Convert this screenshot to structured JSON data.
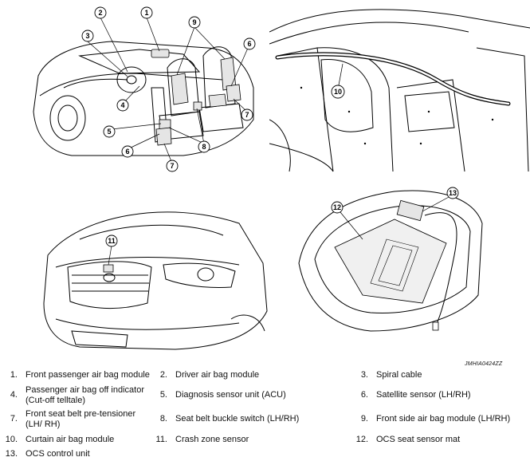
{
  "callouts": [
    "1",
    "2",
    "3",
    "4",
    "5",
    "6",
    "7",
    "8",
    "9",
    "10",
    "11",
    "12",
    "13"
  ],
  "image_code": "JMHIA0424ZZ",
  "legend": [
    {
      "num": "1.",
      "text": "Front passenger air bag module"
    },
    {
      "num": "2.",
      "text": "Driver air bag module"
    },
    {
      "num": "3.",
      "text": "Spiral cable"
    },
    {
      "num": "4.",
      "text": "Passenger air bag off indicator (Cut-off telltale)"
    },
    {
      "num": "5.",
      "text": "Diagnosis sensor unit (ACU)"
    },
    {
      "num": "6.",
      "text": "Satellite sensor (LH/RH)"
    },
    {
      "num": "7.",
      "text": "Front seat belt pre-tensioner (LH/ RH)"
    },
    {
      "num": "8.",
      "text": "Seat belt buckle switch (LH/RH)"
    },
    {
      "num": "9.",
      "text": "Front side air bag module (LH/RH)"
    },
    {
      "num": "10.",
      "text": "Curtain air bag module"
    },
    {
      "num": "11.",
      "text": "Crash zone sensor"
    },
    {
      "num": "12.",
      "text": "OCS seat sensor mat"
    },
    {
      "num": "13.",
      "text": "OCS control unit"
    }
  ]
}
